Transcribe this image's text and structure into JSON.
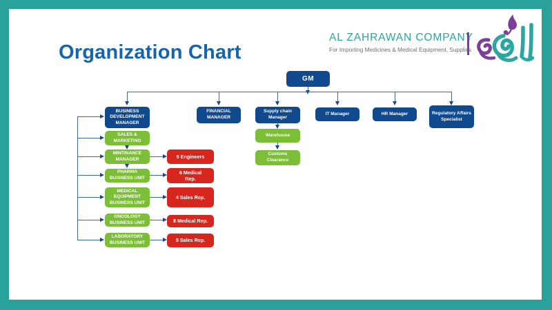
{
  "title": "Organization Chart",
  "logo": {
    "company": "AL ZAHRAWAN COMPANY",
    "tagline": "For Importing Medicines & Medical Equipment, Supplies",
    "separator": "|",
    "mark": "arabic-calligraphy-logo"
  },
  "colors": {
    "frame_teal": "#2AA29C",
    "box_navy": "#11498F",
    "box_green": "#7DBE38",
    "box_red": "#D7261D",
    "title_blue": "#1663AE",
    "logo_teal": "#2BA6A0",
    "logo_purple": "#7B3F98"
  },
  "chart": {
    "root": {
      "label": "GM"
    },
    "managers": [
      {
        "label": "BUSINESS DEVELOPMENT MANAGER"
      },
      {
        "label": "FINANCIAL MANAGER"
      },
      {
        "label": "Supply chain Manager"
      },
      {
        "label": "IT Manager"
      },
      {
        "label": "HR Manager"
      },
      {
        "label": "Regulatory Affairs Specialist"
      }
    ],
    "business_dev_units": [
      {
        "label": "SALES & MARKETING",
        "staff": ""
      },
      {
        "label": "MINTINANCE MANAGER",
        "staff": "5 Engineers"
      },
      {
        "label": "PHARMA BUISNESS UNIT",
        "staff": "6 Medical Rep."
      },
      {
        "label": "MEDICAL EQUIPMENT BUSINESS UNIT",
        "staff": "4 Sales Rep."
      },
      {
        "label": "ONCOLOGY BUSINESS UNIT",
        "staff": "8 Medical Rep."
      },
      {
        "label": "LABORATORY BUSINESS UNIT",
        "staff": "5 Sales Rep."
      }
    ],
    "supply_chain_units": [
      {
        "label": "Warehouse"
      },
      {
        "label": "Customs Clearance"
      }
    ]
  }
}
